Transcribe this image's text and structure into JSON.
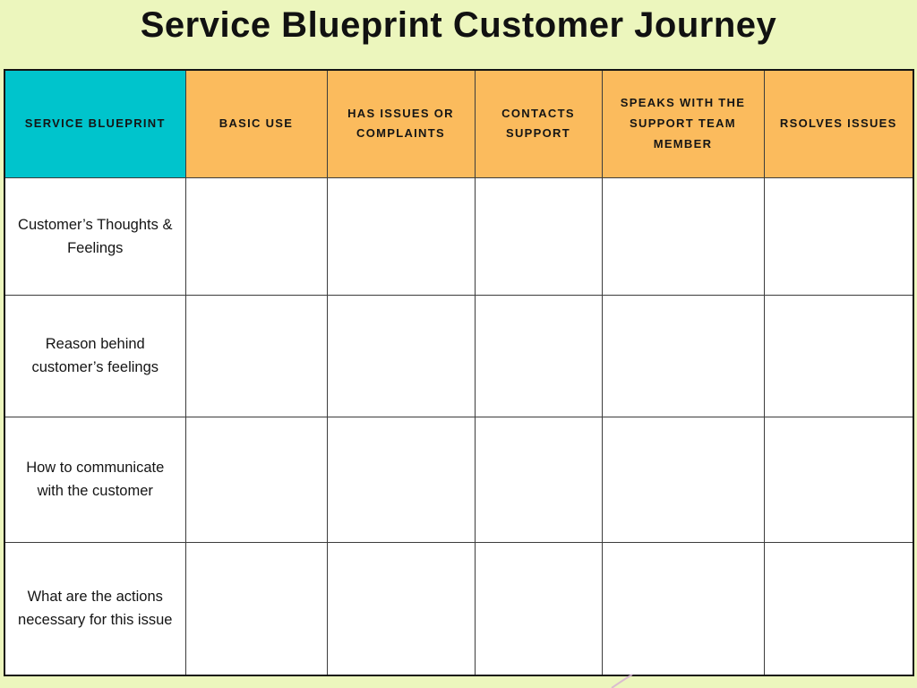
{
  "page": {
    "title": "Service Blueprint Customer Journey"
  },
  "colors": {
    "page_background": "#ecf6bd",
    "header_teal": "#00c4cc",
    "header_orange": "#fbbb5d",
    "cell_white": "#ffffff",
    "border": "#3c3c3c",
    "text": "#151515",
    "squiggle_pink": "#d8b0d4"
  },
  "table": {
    "header": {
      "col0": "SERVICE BLUEPRINT",
      "col1": "BASIC USE",
      "col2": "HAS ISSUES OR COMPLAINTS",
      "col3": "CONTACTS SUPPORT",
      "col4": "SPEAKS WITH THE SUPPORT TEAM MEMBER",
      "col5": "RSOLVES ISSUES"
    },
    "rows": [
      {
        "label": "Customer’s Thoughts & Feelings",
        "cells": [
          "",
          "",
          "",
          "",
          ""
        ]
      },
      {
        "label": "Reason behind customer’s feelings",
        "cells": [
          "",
          "",
          "",
          "",
          ""
        ]
      },
      {
        "label": "How to communicate with the customer",
        "cells": [
          "",
          "",
          "",
          "",
          ""
        ]
      },
      {
        "label": "What are the actions necessary for this issue",
        "cells": [
          "",
          "",
          "",
          "",
          ""
        ]
      }
    ]
  }
}
